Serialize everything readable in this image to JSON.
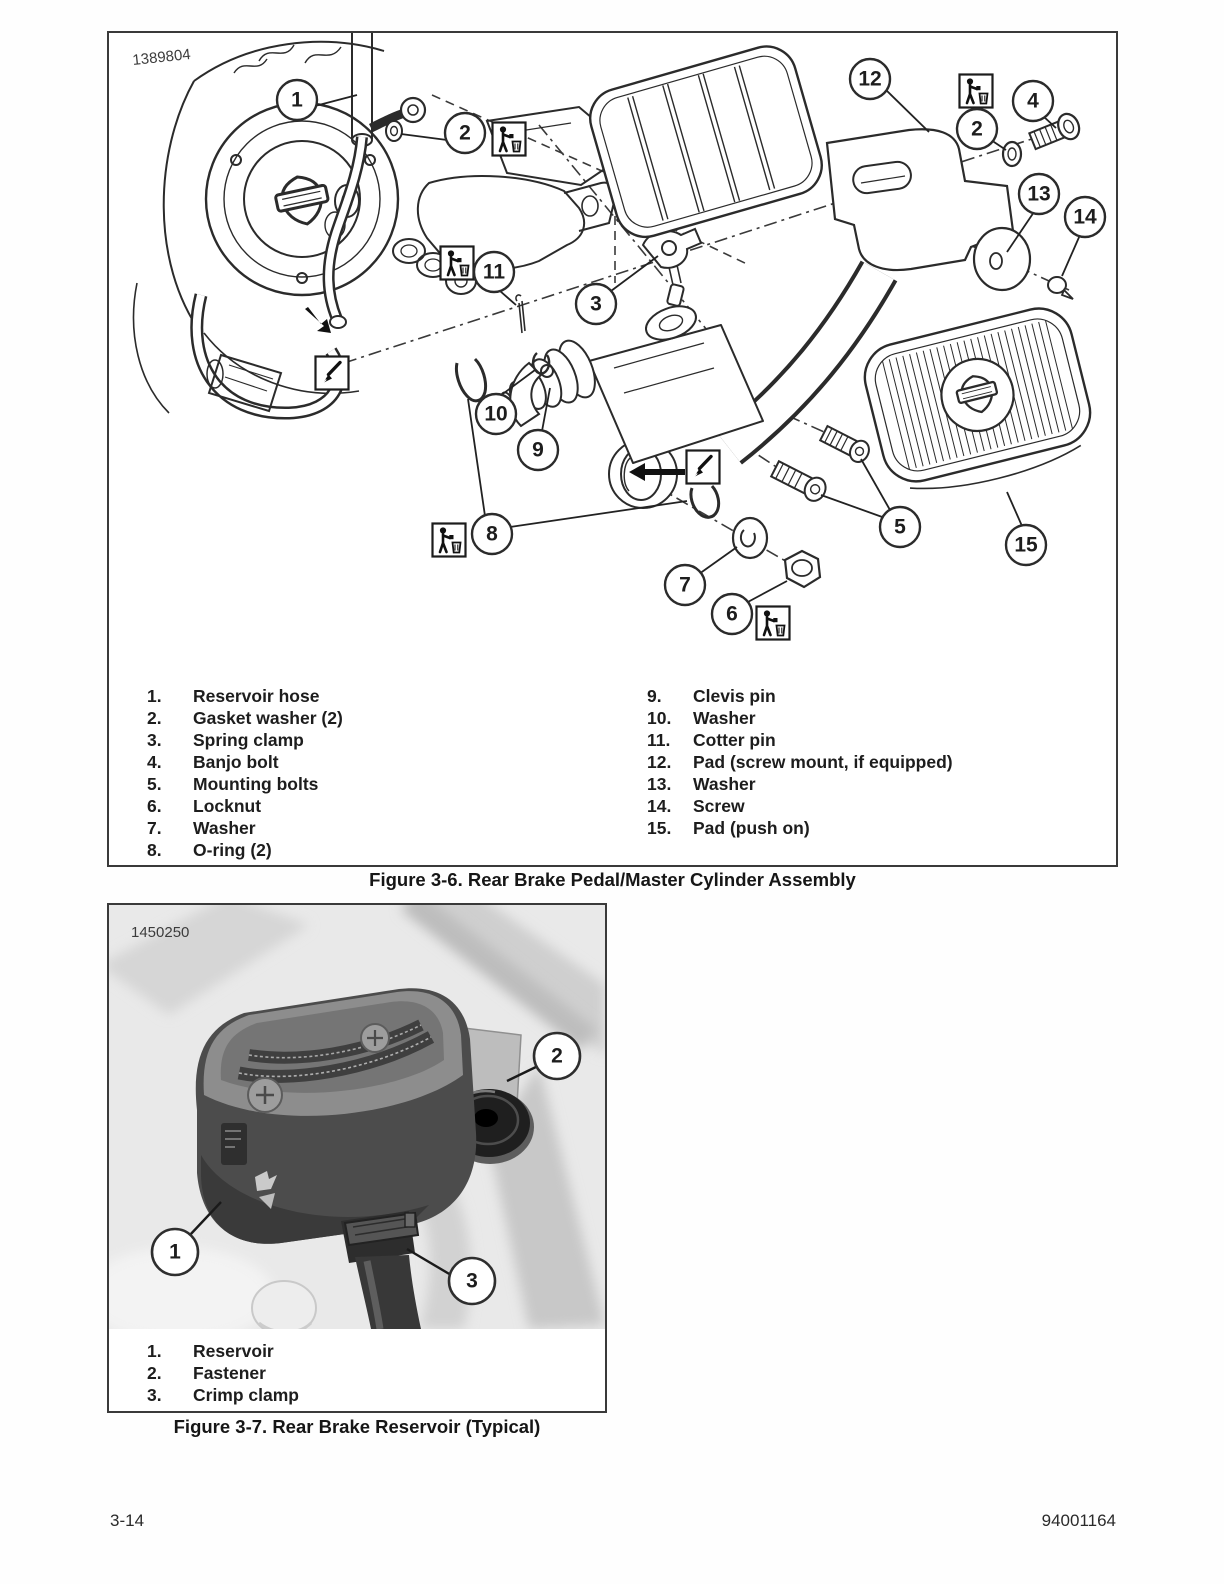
{
  "footer": {
    "page_number": "3-14",
    "document_number": "94001164"
  },
  "icons": {
    "disposal": "dispose-in-trash-icon",
    "applicator": "fluid-applicator-icon",
    "brand": "bar-and-shield-logo"
  },
  "figure_3_6": {
    "photo_id": "1389804",
    "caption": "Figure 3-6. Rear Brake Pedal/Master Cylinder Assembly",
    "callout_labels": {
      "c1": "1",
      "c2_left": "2",
      "c11": "11",
      "c3": "3",
      "c12": "12",
      "c2_right": "2",
      "c4": "4",
      "c13": "13",
      "c14": "14",
      "c10": "10",
      "c9": "9",
      "c8": "8",
      "c7": "7",
      "c6": "6",
      "c5": "5",
      "c15": "15"
    },
    "parts_left": [
      {
        "num": "1.",
        "label": "Reservoir hose"
      },
      {
        "num": "2.",
        "label": "Gasket washer (2)"
      },
      {
        "num": "3.",
        "label": "Spring clamp"
      },
      {
        "num": "4.",
        "label": "Banjo bolt"
      },
      {
        "num": "5.",
        "label": "Mounting bolts"
      },
      {
        "num": "6.",
        "label": "Locknut"
      },
      {
        "num": "7.",
        "label": "Washer"
      },
      {
        "num": "8.",
        "label": "O-ring (2)"
      }
    ],
    "parts_right": [
      {
        "num": "9.",
        "label": "Clevis pin"
      },
      {
        "num": "10.",
        "label": "Washer"
      },
      {
        "num": "11.",
        "label": "Cotter pin"
      },
      {
        "num": "12.",
        "label": "Pad (screw mount, if equipped)"
      },
      {
        "num": "13.",
        "label": "Washer"
      },
      {
        "num": "14.",
        "label": "Screw"
      },
      {
        "num": "15.",
        "label": "Pad (push on)"
      }
    ]
  },
  "figure_3_7": {
    "photo_id": "1450250",
    "caption": "Figure 3-7. Rear Brake Reservoir (Typical)",
    "callout_labels": {
      "c1": "1",
      "c2": "2",
      "c3": "3"
    },
    "parts": [
      {
        "num": "1.",
        "label": "Reservoir"
      },
      {
        "num": "2.",
        "label": "Fastener"
      },
      {
        "num": "3.",
        "label": "Crimp clamp"
      }
    ]
  }
}
